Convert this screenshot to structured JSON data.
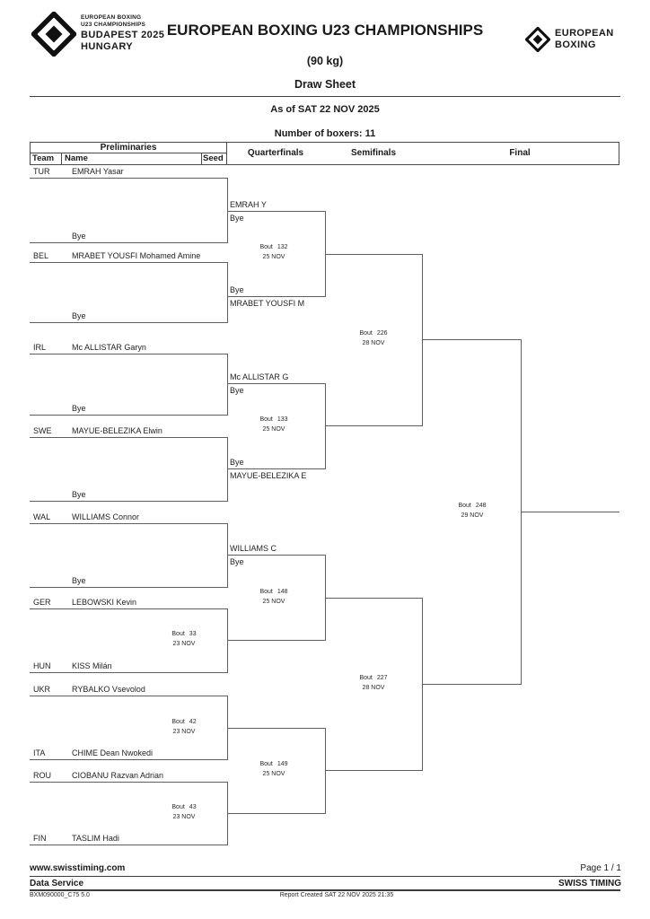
{
  "header": {
    "event_logo": {
      "line1": "EUROPEAN BOXING",
      "line2": "U23 CHAMPIONSHIPS",
      "line3": "BUDAPEST 2025",
      "line4": "HUNGARY"
    },
    "org_logo": {
      "line1": "EUROPEAN",
      "line2": "BOXING"
    },
    "title": "EUROPEAN BOXING U23 CHAMPIONSHIPS",
    "weight_category": "(90 kg)",
    "sheet_type": "Draw Sheet",
    "as_of": "As of SAT 22 NOV 2025",
    "boxer_count": "Number of boxers: 11"
  },
  "columns": {
    "preliminaries": "Preliminaries",
    "team": "Team",
    "name": "Name",
    "seed": "Seed",
    "quarterfinals": "Quarterfinals",
    "semifinals": "Semifinals",
    "final": "Final"
  },
  "bracket": {
    "prelims": [
      {
        "team": "TUR",
        "name": "EMRAH Yasar"
      },
      {
        "team": "",
        "name": "Bye"
      },
      {
        "team": "BEL",
        "name": "MRABET YOUSFI Mohamed Amine"
      },
      {
        "team": "",
        "name": "Bye"
      },
      {
        "team": "IRL",
        "name": "Mc ALLISTAR Garyn"
      },
      {
        "team": "",
        "name": "Bye"
      },
      {
        "team": "SWE",
        "name": "MAYUE-BELEZIKA Elwin"
      },
      {
        "team": "",
        "name": "Bye"
      },
      {
        "team": "WAL",
        "name": "WILLIAMS Connor"
      },
      {
        "team": "",
        "name": "Bye"
      },
      {
        "team": "GER",
        "name": "LEBOWSKI Kevin"
      },
      {
        "team": "HUN",
        "name": "KISS Milán"
      },
      {
        "team": "UKR",
        "name": "RYBALKO Vsevolod"
      },
      {
        "team": "ITA",
        "name": "CHIME Dean Nwokedi"
      },
      {
        "team": "ROU",
        "name": "CIOBANU Razvan Adrian"
      },
      {
        "team": "FIN",
        "name": "TASLIM Hadi"
      }
    ],
    "quarterfinal_slots": [
      {
        "above": "EMRAH Y",
        "below": "Bye"
      },
      {
        "above": "Bye",
        "below": "MRABET YOUSFI M"
      },
      {
        "above": "Mc ALLISTAR G",
        "below": "Bye"
      },
      {
        "above": "Bye",
        "below": "MAYUE-BELEZIKA E"
      },
      {
        "above": "WILLIAMS C",
        "below": "Bye"
      }
    ],
    "bouts": [
      {
        "name": "Bout",
        "number": "33",
        "date": "23 NOV"
      },
      {
        "name": "Bout",
        "number": "42",
        "date": "23 NOV"
      },
      {
        "name": "Bout",
        "number": "43",
        "date": "23 NOV"
      },
      {
        "name": "Bout",
        "number": "132",
        "date": "25 NOV"
      },
      {
        "name": "Bout",
        "number": "133",
        "date": "25 NOV"
      },
      {
        "name": "Bout",
        "number": "148",
        "date": "25 NOV"
      },
      {
        "name": "Bout",
        "number": "149",
        "date": "25 NOV"
      },
      {
        "name": "Bout",
        "number": "226",
        "date": "28 NOV"
      },
      {
        "name": "Bout",
        "number": "227",
        "date": "28 NOV"
      },
      {
        "name": "Bout",
        "number": "248",
        "date": "29 NOV"
      }
    ]
  },
  "footer": {
    "website": "www.swisstiming.com",
    "page": "Page 1 / 1",
    "service": "Data Service",
    "brand": "SWISS TIMING",
    "report_code": "BXM090000_C75 5.0",
    "report_created": "Report Created  SAT 22 NOV 2025 21:35"
  }
}
